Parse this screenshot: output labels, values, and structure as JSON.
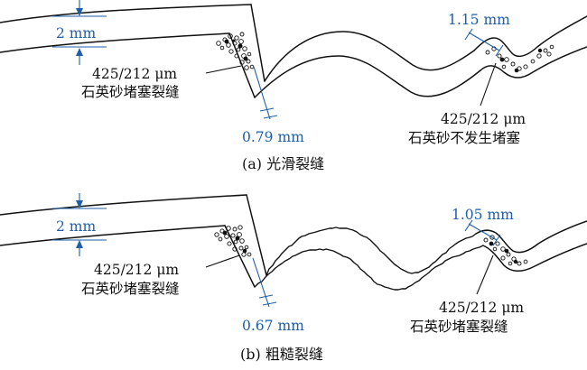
{
  "panels": [
    {
      "caption": "(a) 光滑裂缝",
      "width_label": "2 mm",
      "left_grain": "425/212 μm",
      "left_status": "石英砂堵塞裂缝",
      "left_aperture": "0.79 mm",
      "right_aperture": "1.15 mm",
      "right_grain": "425/212 μm",
      "right_status": "石英砂不发生堵塞"
    },
    {
      "caption": "(b) 粗糙裂缝",
      "width_label": "2 mm",
      "left_grain": "425/212 μm",
      "left_status": "石英砂堵塞裂缝",
      "left_aperture": "0.67 mm",
      "right_aperture": "1.05 mm",
      "right_grain": "425/212 μm",
      "right_status": "石英砂堵塞裂缝"
    }
  ],
  "colors": {
    "dimension": "#1f5ea8",
    "line": "#111111"
  }
}
